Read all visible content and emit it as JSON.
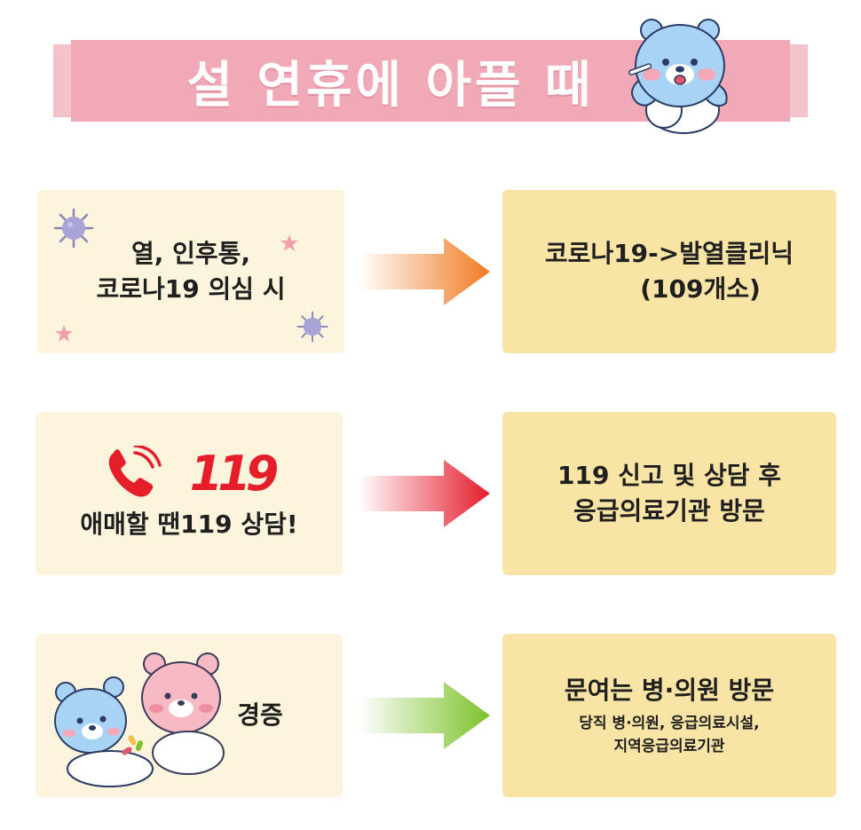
{
  "title": "설 연휴에 아플 때",
  "rows": [
    {
      "left_lines": [
        "열, 인후통,",
        "코로나19 의심 시"
      ],
      "right_lines": [
        "코로나19->발열클리닉",
        "(109개소)"
      ],
      "arrow_color": "#f07b22",
      "decoration_icons": [
        "virus-icon",
        "virus-icon",
        "star-icon",
        "star-icon"
      ]
    },
    {
      "logo_text": "119",
      "left_lines": [
        "애매할 땐119 상담!"
      ],
      "right_lines": [
        "119 신고 및 상담 후",
        "응급의료기관 방문"
      ],
      "arrow_color": "#e41b2b",
      "decoration_icons": [
        "phone-icon"
      ]
    },
    {
      "left_lines": [
        "경증"
      ],
      "right_title": "문여는 병·의원 방문",
      "right_sub_lines": [
        "당직 병·의원, 응급의료시설,",
        "지역응급의료기관"
      ],
      "arrow_color": "#7cc22a",
      "decoration_icons": [
        "blue-bear-icon",
        "pink-bear-icon"
      ]
    }
  ],
  "colors": {
    "banner": "#f1a9b7",
    "left_card": "#fcf4dc",
    "right_card": "#f8e4a4"
  }
}
